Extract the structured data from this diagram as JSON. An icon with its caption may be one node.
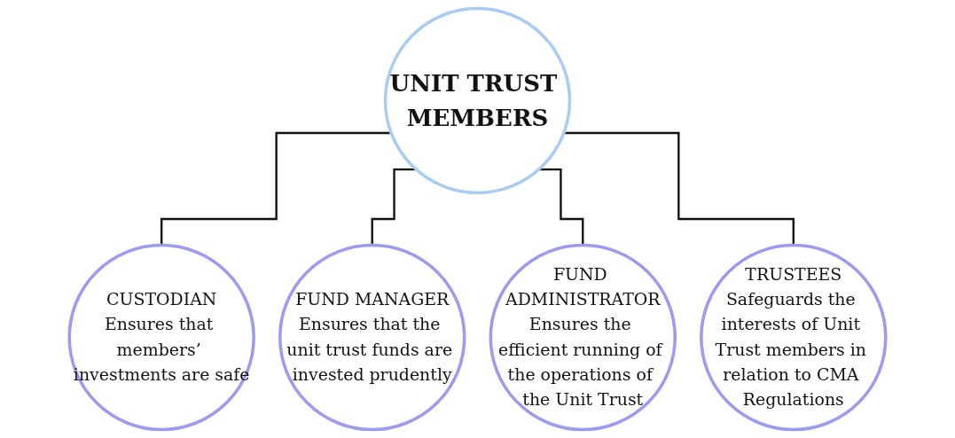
{
  "diagram": {
    "nodes": [
      {
        "text": [
          "UNIT TRUST MEMBERS"
        ]
      },
      {
        "text": [
          "CUSTODIAN",
          "Ensures that members’ investments are safe"
        ]
      },
      {
        "text": [
          "FUND MANAGER",
          "Ensures that the unit trust funds are invested prudently"
        ]
      },
      {
        "text": [
          "FUND ADMINISTRATOR",
          "Ensures the efficient running of the operations of the Unit Trust"
        ]
      },
      {
        "text": [
          "TRUSTEES",
          "Safeguards the interests of Unit Trust members in relation to CMA Regulations"
        ]
      }
    ],
    "edges": [
      {
        "from": 0,
        "to": 1,
        "arrow": "none"
      },
      {
        "from": 0,
        "to": 2,
        "arrow": "none"
      },
      {
        "from": 0,
        "to": 3,
        "arrow": "none"
      },
      {
        "from": 0,
        "to": 4,
        "arrow": "none"
      }
    ]
  }
}
